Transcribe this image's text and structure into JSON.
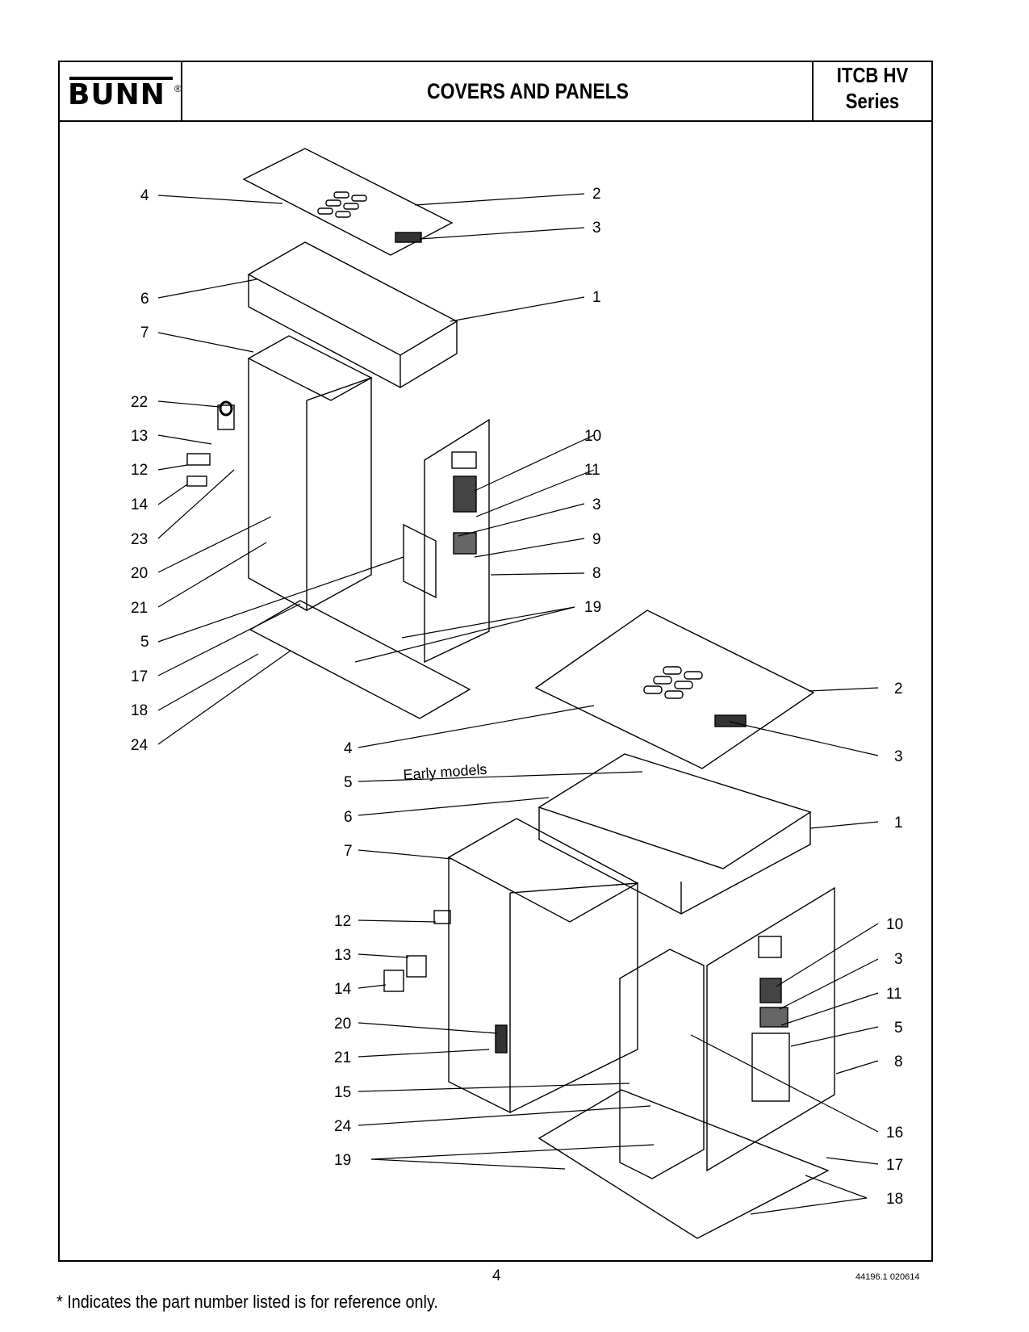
{
  "header": {
    "logo": "BUNN",
    "logo_mark": "®",
    "title": "COVERS AND PANELS",
    "model_line1": "ITCB HV",
    "model_line2": "Series"
  },
  "diagram": {
    "upper_callouts": [
      "4",
      "2",
      "3",
      "6",
      "1",
      "7",
      "22",
      "13",
      "10",
      "12",
      "11",
      "14",
      "3",
      "23",
      "9",
      "20",
      "8",
      "21",
      "19",
      "5",
      "17",
      "18",
      "24"
    ],
    "lower_callouts": [
      "2",
      "4",
      "3",
      "5",
      "6",
      "1",
      "7",
      "12",
      "10",
      "13",
      "3",
      "14",
      "11",
      "20",
      "5",
      "21",
      "8",
      "15",
      "16",
      "24",
      "17",
      "19",
      "18"
    ],
    "note": "Early models"
  },
  "footer": {
    "page_number": "4",
    "doc_code": "44196.1 020614",
    "footnote": "* Indicates the part number listed is for reference only."
  }
}
